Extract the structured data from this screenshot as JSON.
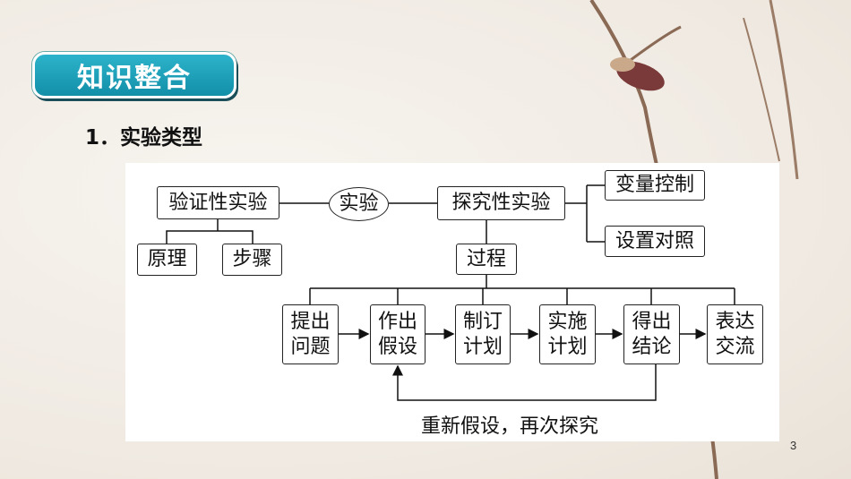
{
  "section_badge": "知识整合",
  "subtitle": "1．实验类型",
  "diagram": {
    "center": "实验",
    "verify": "验证性实验",
    "verify_children": [
      "原理",
      "步骤"
    ],
    "explore": "探究性实验",
    "explore_children": [
      "变量控制",
      "设置对照"
    ],
    "process": "过程",
    "steps": [
      [
        "提出",
        "问题"
      ],
      [
        "作出",
        "假设"
      ],
      [
        "制订",
        "计划"
      ],
      [
        "实施",
        "计划"
      ],
      [
        "得出",
        "结论"
      ],
      [
        "表达",
        "交流"
      ]
    ],
    "feedback_label": "重新假设，再次探究"
  },
  "page_number": "3"
}
